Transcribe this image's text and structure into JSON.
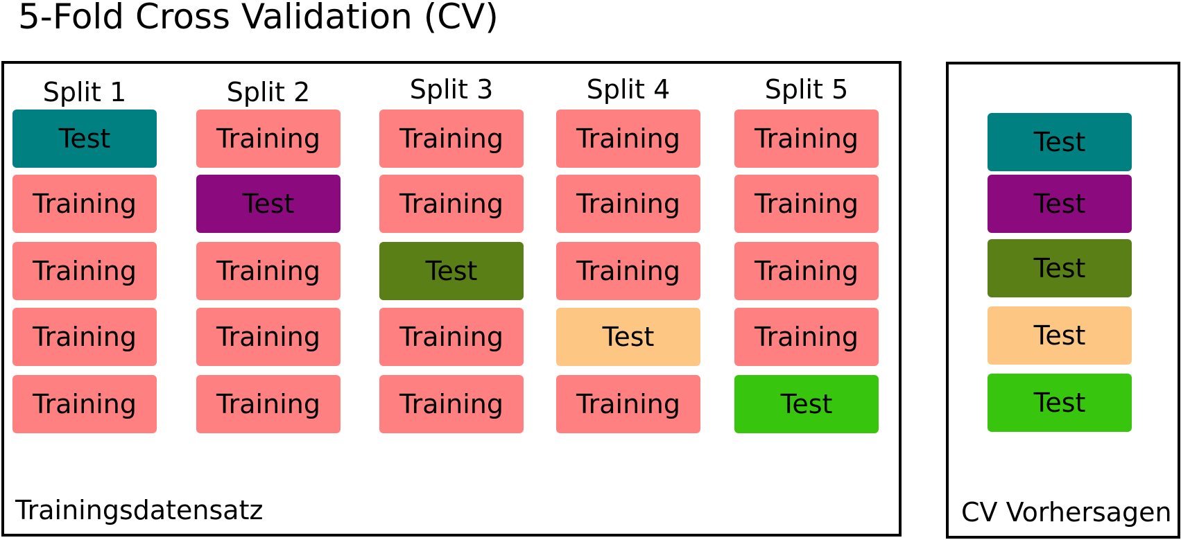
{
  "title": "5-Fold Cross Validation (CV)",
  "training_panel": {
    "label": "Trainingsdatensatz",
    "splits": [
      {
        "header": "Split 1",
        "folds": [
          {
            "label": "Test",
            "role": "test",
            "color": "#008080"
          },
          {
            "label": "Training",
            "role": "training",
            "color": "#ff8080"
          },
          {
            "label": "Training",
            "role": "training",
            "color": "#ff8080"
          },
          {
            "label": "Training",
            "role": "training",
            "color": "#ff8080"
          },
          {
            "label": "Training",
            "role": "training",
            "color": "#ff8080"
          }
        ]
      },
      {
        "header": "Split 2",
        "folds": [
          {
            "label": "Training",
            "role": "training",
            "color": "#ff8080"
          },
          {
            "label": "Test",
            "role": "test",
            "color": "#8b0b7e"
          },
          {
            "label": "Training",
            "role": "training",
            "color": "#ff8080"
          },
          {
            "label": "Training",
            "role": "training",
            "color": "#ff8080"
          },
          {
            "label": "Training",
            "role": "training",
            "color": "#ff8080"
          }
        ]
      },
      {
        "header": "Split 3",
        "folds": [
          {
            "label": "Training",
            "role": "training",
            "color": "#ff8080"
          },
          {
            "label": "Training",
            "role": "training",
            "color": "#ff8080"
          },
          {
            "label": "Test",
            "role": "test",
            "color": "#5a7f17"
          },
          {
            "label": "Training",
            "role": "training",
            "color": "#ff8080"
          },
          {
            "label": "Training",
            "role": "training",
            "color": "#ff8080"
          }
        ]
      },
      {
        "header": "Split 4",
        "folds": [
          {
            "label": "Training",
            "role": "training",
            "color": "#ff8080"
          },
          {
            "label": "Training",
            "role": "training",
            "color": "#ff8080"
          },
          {
            "label": "Training",
            "role": "training",
            "color": "#ff8080"
          },
          {
            "label": "Test",
            "role": "test",
            "color": "#fdc682"
          },
          {
            "label": "Training",
            "role": "training",
            "color": "#ff8080"
          }
        ]
      },
      {
        "header": "Split 5",
        "folds": [
          {
            "label": "Training",
            "role": "training",
            "color": "#ff8080"
          },
          {
            "label": "Training",
            "role": "training",
            "color": "#ff8080"
          },
          {
            "label": "Training",
            "role": "training",
            "color": "#ff8080"
          },
          {
            "label": "Training",
            "role": "training",
            "color": "#ff8080"
          },
          {
            "label": "Test",
            "role": "test",
            "color": "#37c60d"
          }
        ]
      }
    ]
  },
  "cv_panel": {
    "label": "CV Vorhersagen",
    "folds": [
      {
        "label": "Test",
        "color": "#008080"
      },
      {
        "label": "Test",
        "color": "#8b0b7e"
      },
      {
        "label": "Test",
        "color": "#5a7f17"
      },
      {
        "label": "Test",
        "color": "#fdc682"
      },
      {
        "label": "Test",
        "color": "#37c60d"
      }
    ]
  }
}
